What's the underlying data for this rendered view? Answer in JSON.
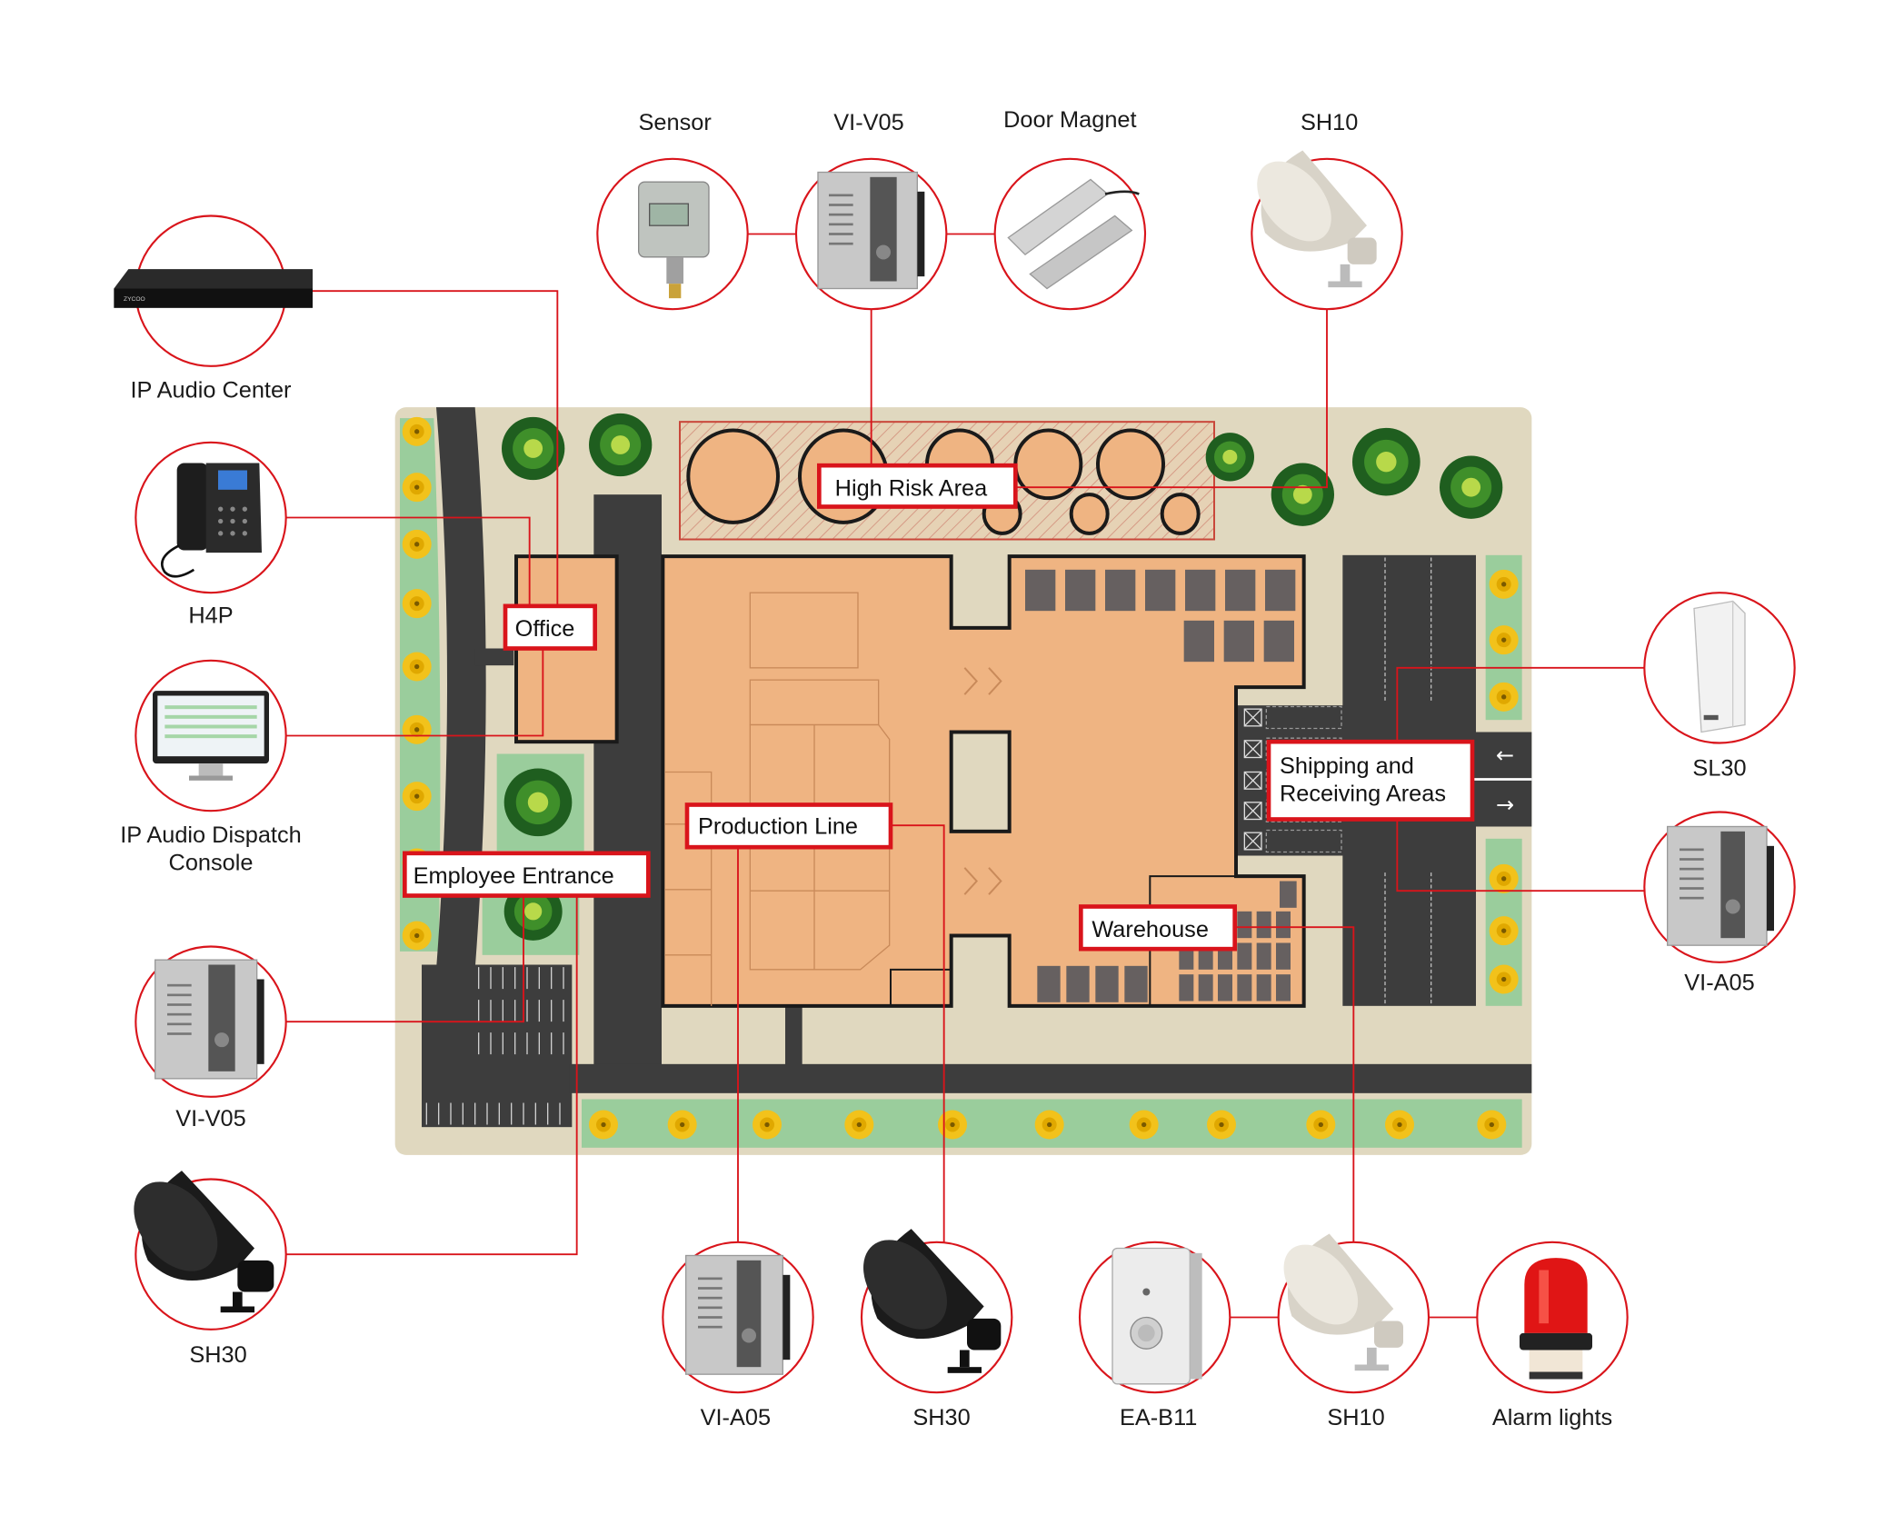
{
  "colors": {
    "accent_red": "#d9141b",
    "ground": "#e0d8bf",
    "building": "#efb482",
    "road": "#3d3d3d",
    "grass": "#9acd9c"
  },
  "devices": {
    "ip_audio_center": {
      "label": "IP Audio Center",
      "icon": "rack-server-icon"
    },
    "h4p": {
      "label": "H4P",
      "icon": "ip-phone-icon"
    },
    "dispatch_console": {
      "label_line1": "IP Audio Dispatch",
      "label_line2": "Console",
      "icon": "monitor-icon"
    },
    "vi_v05_left": {
      "label": "VI-V05",
      "icon": "video-intercom-icon"
    },
    "sh30_left": {
      "label": "SH30",
      "icon": "horn-speaker-icon"
    },
    "sensor": {
      "label": "Sensor",
      "icon": "sensor-icon"
    },
    "vi_v05_top": {
      "label": "VI-V05",
      "icon": "video-intercom-icon"
    },
    "door_magnet": {
      "label": "Door Magnet",
      "icon": "door-magnet-icon"
    },
    "sh10_top": {
      "label": "SH10",
      "icon": "horn-speaker-icon"
    },
    "sl30": {
      "label": "SL30",
      "icon": "column-speaker-icon"
    },
    "vi_a05_right": {
      "label": "VI-A05",
      "icon": "audio-intercom-icon"
    },
    "vi_a05_bottom": {
      "label": "VI-A05",
      "icon": "audio-intercom-icon"
    },
    "sh30_bottom": {
      "label": "SH30",
      "icon": "horn-speaker-icon"
    },
    "ea_b11": {
      "label": "EA-B11",
      "icon": "emergency-button-icon"
    },
    "sh10_bottom": {
      "label": "SH10",
      "icon": "horn-speaker-icon"
    },
    "alarm_lights": {
      "label": "Alarm lights",
      "icon": "alarm-light-icon"
    }
  },
  "areas": {
    "high_risk": "High Risk Area",
    "office": "Office",
    "production_line": "Production Line",
    "employee_entrance": "Employee Entrance",
    "shipping_line1": "Shipping and",
    "shipping_line2": "Receiving Areas",
    "warehouse": "Warehouse"
  }
}
